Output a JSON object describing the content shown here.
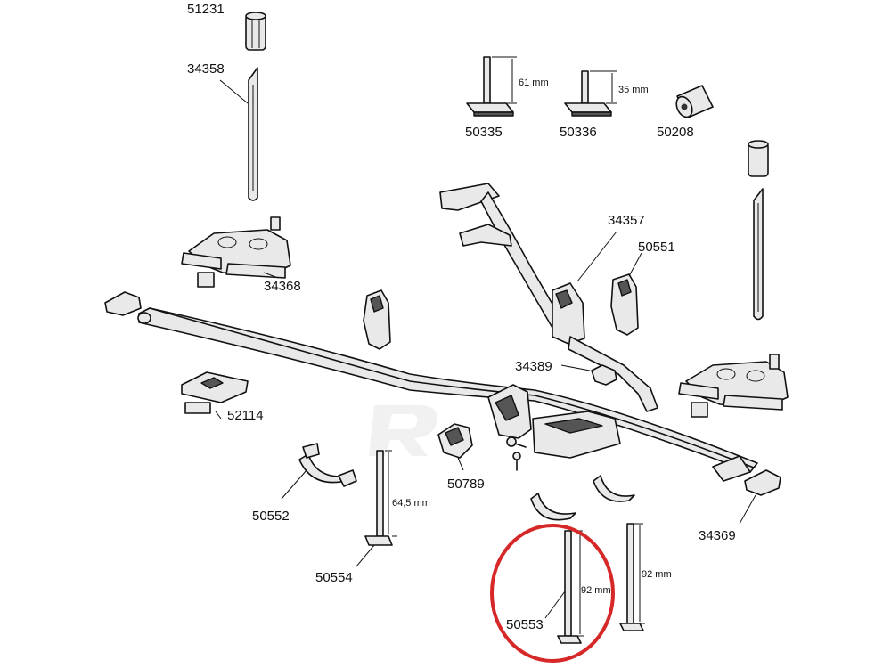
{
  "parts": {
    "p51231": "51231",
    "p34358": "34358",
    "p50335": "50335",
    "p50336": "50336",
    "p50208": "50208",
    "p34357": "34357",
    "p50551": "50551",
    "p34368": "34368",
    "p34389": "34389",
    "p52114": "52114",
    "p50552": "50552",
    "p50789": "50789",
    "p34369": "34369",
    "p50554": "50554",
    "p50553": "50553"
  },
  "dimensions": {
    "d61": "61 mm",
    "d35": "35 mm",
    "d645": "64,5 mm",
    "d92a": "92 mm",
    "d92b": "92 mm"
  },
  "highlight": {
    "color": "#d62828",
    "target": "50553"
  },
  "colors": {
    "outline": "#111111",
    "fill": "#e9e9e9",
    "dark": "#555555",
    "watermark": "#e6e6e6"
  }
}
